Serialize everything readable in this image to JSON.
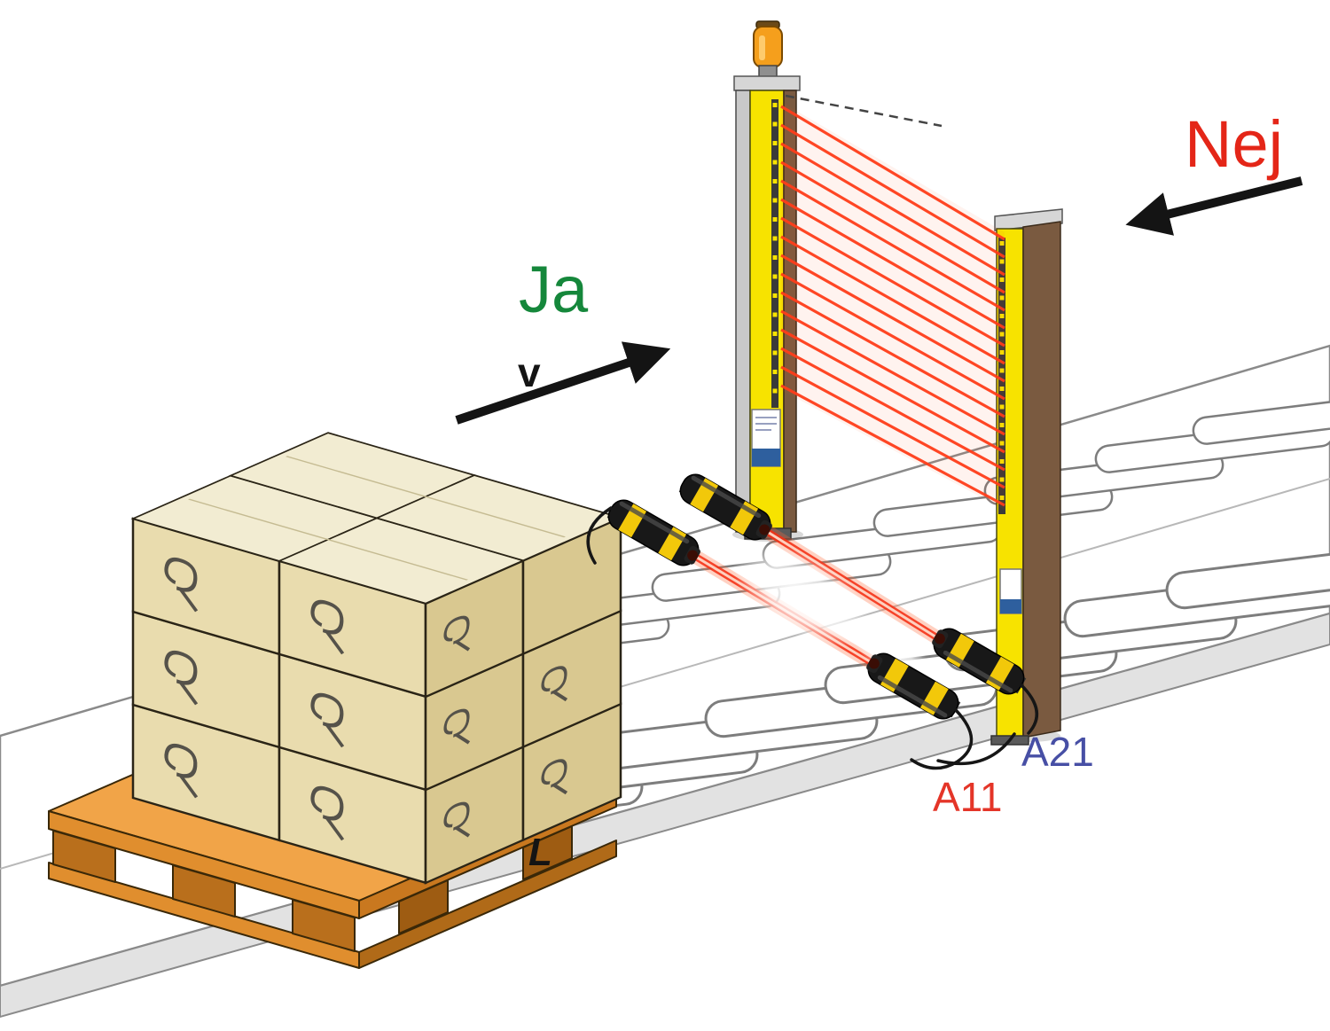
{
  "labels": {
    "allowed": "Ja",
    "denied": "Nej",
    "velocity": "v",
    "length": "L",
    "muting_front": "A11",
    "muting_rear": "A21"
  },
  "colors": {
    "allowed_green": "#15873b",
    "denied_red": "#e42618",
    "muting_front_red": "#e43528",
    "muting_rear_blue": "#474fa5",
    "curtain_beam_red": "#ff3d1a",
    "post_yellow": "#f7e300",
    "sensor_band_yellow": "#f2c80a",
    "pallet_wood": "#f1a448",
    "carton_tan": "#e9dcae",
    "arrow_black": "#141414"
  }
}
